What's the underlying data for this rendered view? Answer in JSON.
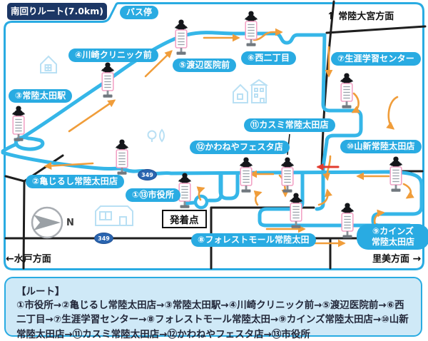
{
  "title": "南回りルート(7.0km)",
  "bus_stop_key": "バス停",
  "departure_point": "発着点",
  "compass_n": "N",
  "route_shield": "349",
  "directions": {
    "north": {
      "arrow": "↑",
      "label": "常陸大宮方面"
    },
    "west": {
      "arrow": "←",
      "label": "水戸方面"
    },
    "east": {
      "label": "里美方面",
      "arrow": "→"
    }
  },
  "stops": [
    {
      "label": "①⑬市役所"
    },
    {
      "label": "②亀じるし常陸太田店"
    },
    {
      "label": "③常陸太田駅"
    },
    {
      "label": "④川崎クリニック前"
    },
    {
      "label": "⑤渡辺医院前"
    },
    {
      "label": "⑥西二丁目"
    },
    {
      "label": "⑦生涯学習センター"
    },
    {
      "label": "⑧フォレストモール常陸太田"
    },
    {
      "label": "⑨カインズ",
      "label2": "常陸太田店"
    },
    {
      "label": "⑩山新常陸太田店"
    },
    {
      "label": "⑪カスミ常陸太田店"
    },
    {
      "label": "⑫かわねやフェスタ店"
    }
  ],
  "legend": {
    "heading": "【ルート】",
    "route": "①市役所→②亀じるし常陸太田店→③常陸太田駅→④川崎クリニック前→⑤渡辺医院前→⑥西二丁目→⑦生涯学習センター→⑧フォレストモール常陸太田→⑨カインズ常陸太田店→⑩山新常陸太田店→⑪カスミ常陸太田店→⑫かわねやフェスタ店→⑬市役所"
  },
  "colors": {
    "panel_border": "#29abe2",
    "route_line": "#35b6e8",
    "direction_arrow": "#f09d3a",
    "alert_arrow": "#e23b2e",
    "title_bg": "#1c3765",
    "legend_bg": "#cfe9f7",
    "road": "#1e1e1e"
  }
}
